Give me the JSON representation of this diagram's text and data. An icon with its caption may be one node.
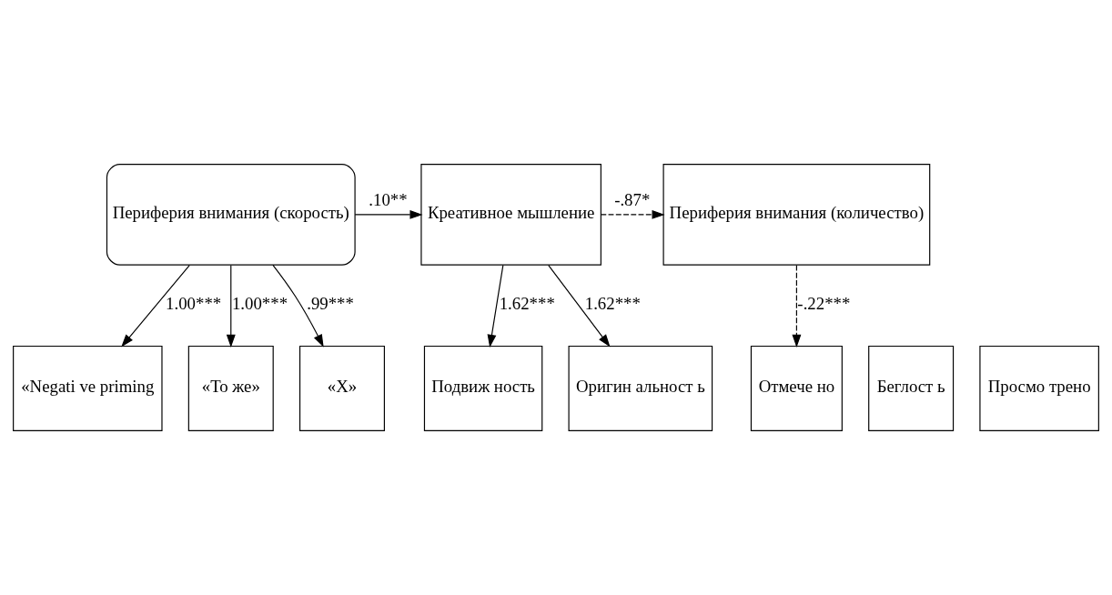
{
  "diagram": {
    "nodes": [
      {
        "text": [
          "Периферия внимания (скорость)"
        ]
      },
      {
        "text": [
          "Креативное мышление"
        ]
      },
      {
        "text": [
          "Периферия внимания (количество)"
        ]
      },
      {
        "text": [
          "«Negati ve priming"
        ]
      },
      {
        "text": [
          "«То же»"
        ]
      },
      {
        "text": [
          "«X»"
        ]
      },
      {
        "text": [
          "Беглост ь"
        ]
      },
      {
        "text": [
          "Подвиж ность"
        ]
      },
      {
        "text": [
          "Оригин альност ь"
        ]
      },
      {
        "text": [
          "Просмо трено"
        ]
      },
      {
        "text": [
          "Отмече но"
        ]
      }
    ],
    "edges": [
      {
        "from": 0,
        "to": 1,
        "arrow": "to",
        "label": ".10**"
      },
      {
        "from": 1,
        "to": 2,
        "arrow": "to",
        "label": "-.87*",
        "style": "dashed"
      },
      {
        "from": 0,
        "to": 3,
        "arrow": "to",
        "label": "1.00***"
      },
      {
        "from": 0,
        "to": 4,
        "arrow": "to",
        "label": "1.00***"
      },
      {
        "from": 0,
        "to": 5,
        "arrow": "to",
        "label": ".99***"
      },
      {
        "from": 1,
        "to": 7,
        "arrow": "to",
        "label": "1.62***"
      },
      {
        "from": 1,
        "to": 8,
        "arrow": "to",
        "label": "1.62***"
      },
      {
        "from": 2,
        "to": 10,
        "arrow": "to",
        "label": "-.22***",
        "style": "dashed"
      }
    ]
  }
}
